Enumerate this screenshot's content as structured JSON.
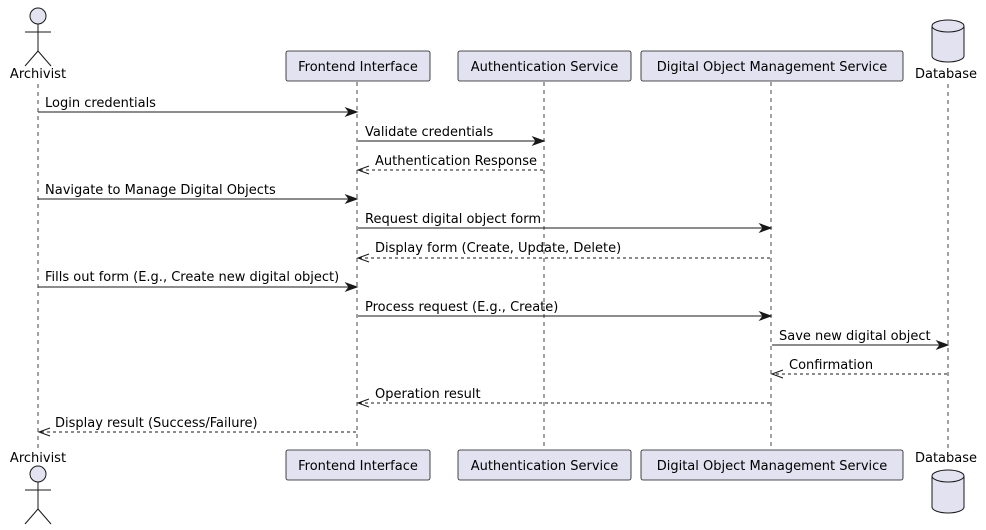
{
  "colors": {
    "participant_fill": "#e2e2f0",
    "stroke": "#181818",
    "background": "#ffffff"
  },
  "participants": [
    {
      "id": "archivist",
      "name": "Archivist",
      "kind": "actor"
    },
    {
      "id": "frontend",
      "name": "Frontend Interface",
      "kind": "participant"
    },
    {
      "id": "auth",
      "name": "Authentication Service",
      "kind": "participant"
    },
    {
      "id": "dom",
      "name": "Digital Object Management Service",
      "kind": "participant"
    },
    {
      "id": "db",
      "name": "Database",
      "kind": "database"
    }
  ],
  "messages": [
    {
      "from": "archivist",
      "to": "frontend",
      "label": "Login credentials",
      "style": "solid"
    },
    {
      "from": "frontend",
      "to": "auth",
      "label": "Validate credentials",
      "style": "solid"
    },
    {
      "from": "auth",
      "to": "frontend",
      "label": "Authentication Response",
      "style": "dashed"
    },
    {
      "from": "archivist",
      "to": "frontend",
      "label": "Navigate to Manage Digital Objects",
      "style": "solid"
    },
    {
      "from": "frontend",
      "to": "dom",
      "label": "Request digital object form",
      "style": "solid"
    },
    {
      "from": "dom",
      "to": "frontend",
      "label": "Display form (Create, Update, Delete)",
      "style": "dashed"
    },
    {
      "from": "archivist",
      "to": "frontend",
      "label": "Fills out form (E.g., Create new digital object)",
      "style": "solid"
    },
    {
      "from": "frontend",
      "to": "dom",
      "label": "Process request (E.g., Create)",
      "style": "solid"
    },
    {
      "from": "dom",
      "to": "db",
      "label": "Save new digital object",
      "style": "solid"
    },
    {
      "from": "db",
      "to": "dom",
      "label": "Confirmation",
      "style": "dashed"
    },
    {
      "from": "dom",
      "to": "frontend",
      "label": "Operation result",
      "style": "dashed"
    },
    {
      "from": "frontend",
      "to": "archivist",
      "label": "Display result (Success/Failure)",
      "style": "dashed"
    }
  ]
}
